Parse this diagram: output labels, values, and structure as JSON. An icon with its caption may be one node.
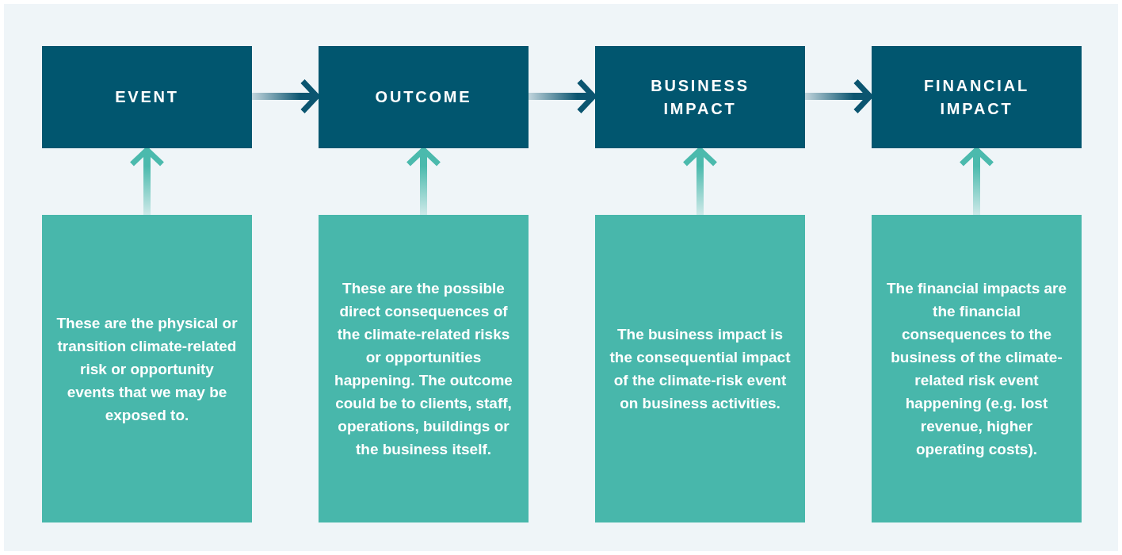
{
  "diagram": {
    "nodes": [
      {
        "text": [
          "EVENT"
        ]
      },
      {
        "text": [
          "OUTCOME"
        ]
      },
      {
        "text": [
          "BUSINESS IMPACT"
        ]
      },
      {
        "text": [
          "FINANCIAL IMPACT"
        ]
      },
      {
        "text": [
          "These are the physical or transition climate-related risk or opportunity events that we may be exposed to."
        ]
      },
      {
        "text": [
          "These are the possible direct consequences of the climate-related risks or opportunities happening. The outcome could be to clients, staff, operations, buildings or the business itself."
        ]
      },
      {
        "text": [
          "The business impact is the consequential impact of the climate-risk event on business activities."
        ]
      },
      {
        "text": [
          "The financial impacts are the financial consequences to the business of the climate-related risk event happening (e.g. lost revenue, higher operating costs)."
        ]
      }
    ],
    "edges": [
      {
        "from": 0,
        "to": 1,
        "arrow": "to",
        "color": "#0b5570"
      },
      {
        "from": 1,
        "to": 2,
        "arrow": "to",
        "color": "#0b5570"
      },
      {
        "from": 2,
        "to": 3,
        "arrow": "to",
        "color": "#0b5570"
      },
      {
        "from": 4,
        "to": 0,
        "arrow": "to"
      },
      {
        "from": 5,
        "to": 1,
        "arrow": "to"
      },
      {
        "from": 6,
        "to": 2,
        "arrow": "to"
      },
      {
        "from": 7,
        "to": 3,
        "arrow": "to"
      }
    ]
  }
}
